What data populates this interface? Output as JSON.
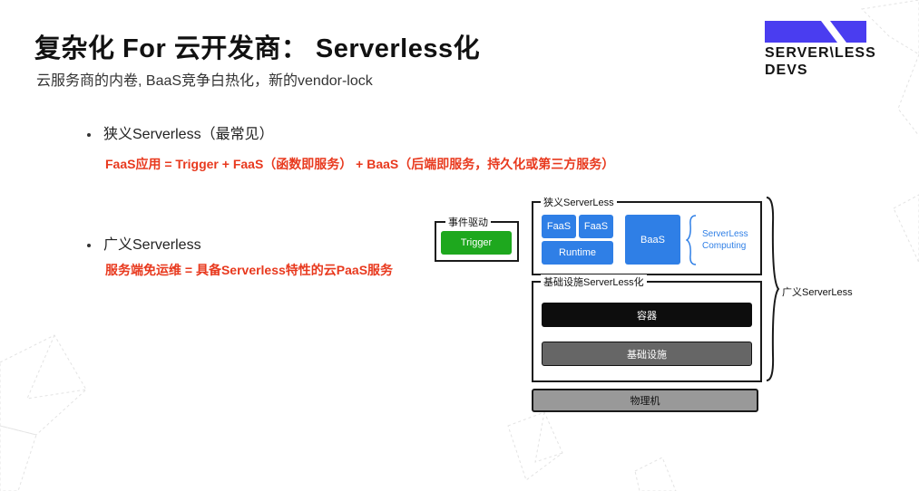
{
  "header": {
    "title": "复杂化 For 云开发商： Serverless化",
    "subtitle": "云服务商的内卷, BaaS竞争白热化，新的vendor-lock"
  },
  "logo": {
    "line1": "SERVER\\LESS",
    "line2": "DEVS",
    "brand_color": "#4a3df0"
  },
  "content": {
    "narrow": {
      "heading": "狭义Serverless（最常见）",
      "formula": "FaaS应用 = Trigger + FaaS（函数即服务） + BaaS（后端即服务，持久化或第三方服务）"
    },
    "broad": {
      "heading": "广义Serverless",
      "formula": "服务端免运维 = 具备Serverless特性的云PaaS服务"
    },
    "accent_color": "#e8391e"
  },
  "diagram": {
    "event_label": "事件驱动",
    "trigger": "Trigger",
    "narrow_label": "狭义ServerLess",
    "faas1": "FaaS",
    "faas2": "FaaS",
    "runtime": "Runtime",
    "baas": "BaaS",
    "computing_line1": "ServerLess",
    "computing_line2": "Computing",
    "infra_label": "基础设施ServerLess化",
    "container": "容器",
    "infrastructure": "基础设施",
    "physical": "物理机",
    "broad_label": "广义ServerLess",
    "colors": {
      "blue": "#2f7fe6",
      "green": "#1ea81e",
      "container": "#0d0d0d",
      "infra": "#666666",
      "physical": "#999999"
    }
  }
}
